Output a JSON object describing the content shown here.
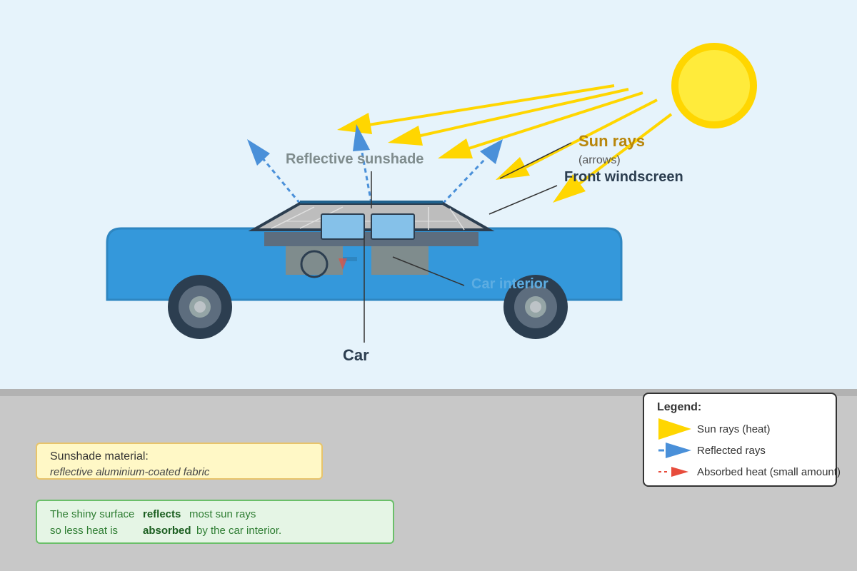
{
  "labels": {
    "sun_rays": "Sun rays",
    "sun_rays_sub": "(arrows)",
    "front_windscreen": "Front windscreen",
    "reflective_sunshade": "Reflective sunshade",
    "car_interior": "Car interior",
    "car": "Car"
  },
  "material_box": {
    "title": "Sunshade material:",
    "text": "reflective aluminium-coated fabric"
  },
  "info_box": {
    "line1_a": "The shiny surface",
    "line1_b": "reflects",
    "line1_c": "most sun rays",
    "line2_a": "so less heat is",
    "line2_b": "absorbed",
    "line2_c": "by the car interior."
  },
  "legend": {
    "title": "Legend:",
    "items": [
      {
        "label": "Sun rays (heat)",
        "color": "#ffd600",
        "icon": "yellow-arrow"
      },
      {
        "label": "Reflected rays",
        "color": "#4a90d9",
        "icon": "blue-dashed-arrow"
      },
      {
        "label": "Absorbed heat (small amount)",
        "color": "#e74c3c",
        "icon": "red-dashed-arrow"
      }
    ]
  },
  "colors": {
    "sky": "#e6f3fb",
    "ground": "#c8c8c8",
    "sun": "#ffeb3b",
    "sun_ray": "#ffd600",
    "car_body": "#3498db",
    "reflected": "#4a90d9",
    "absorbed": "#e74c3c"
  }
}
